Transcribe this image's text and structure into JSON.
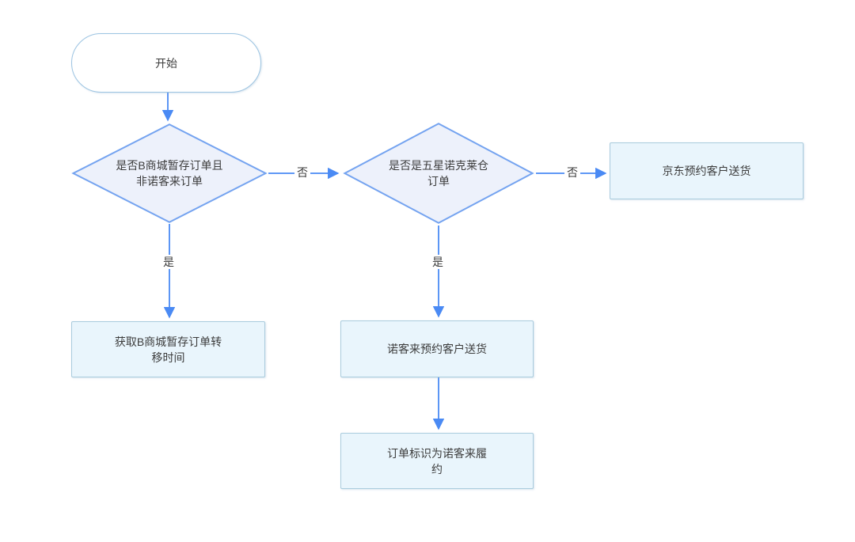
{
  "diagram": {
    "type": "flowchart",
    "background": "#ffffff",
    "colors": {
      "connector": "#4a8af4",
      "decision_border": "#74a3f0",
      "decision_fill": "#edf1fb",
      "process_border": "#a9cbdd",
      "process_fill": "#e9f5fc",
      "terminal_border": "#9cc4e2",
      "terminal_fill": "#ffffff",
      "text": "#3c3c3c"
    },
    "nodes": {
      "start": {
        "type": "terminal",
        "label": "开始"
      },
      "check_b_mall": {
        "type": "decision",
        "label": "是否B商城暂存订单且\n非诺客来订单"
      },
      "check_five_star_warehouse": {
        "type": "decision",
        "label": "是否是五星诺克莱仓\n订单"
      },
      "jd_delivery": {
        "type": "process",
        "label": "京东预约客户送货"
      },
      "get_transfer_time": {
        "type": "process",
        "label": "获取B商城暂存订单转\n移时间"
      },
      "nkl_delivery": {
        "type": "process",
        "label": "诺客来预约客户送货"
      },
      "order_flag": {
        "type": "process",
        "label": "订单标识为诺客来履\n约"
      }
    },
    "edge_labels": {
      "no_1": "否",
      "no_2": "否",
      "yes_1": "是",
      "yes_2": "是"
    }
  }
}
